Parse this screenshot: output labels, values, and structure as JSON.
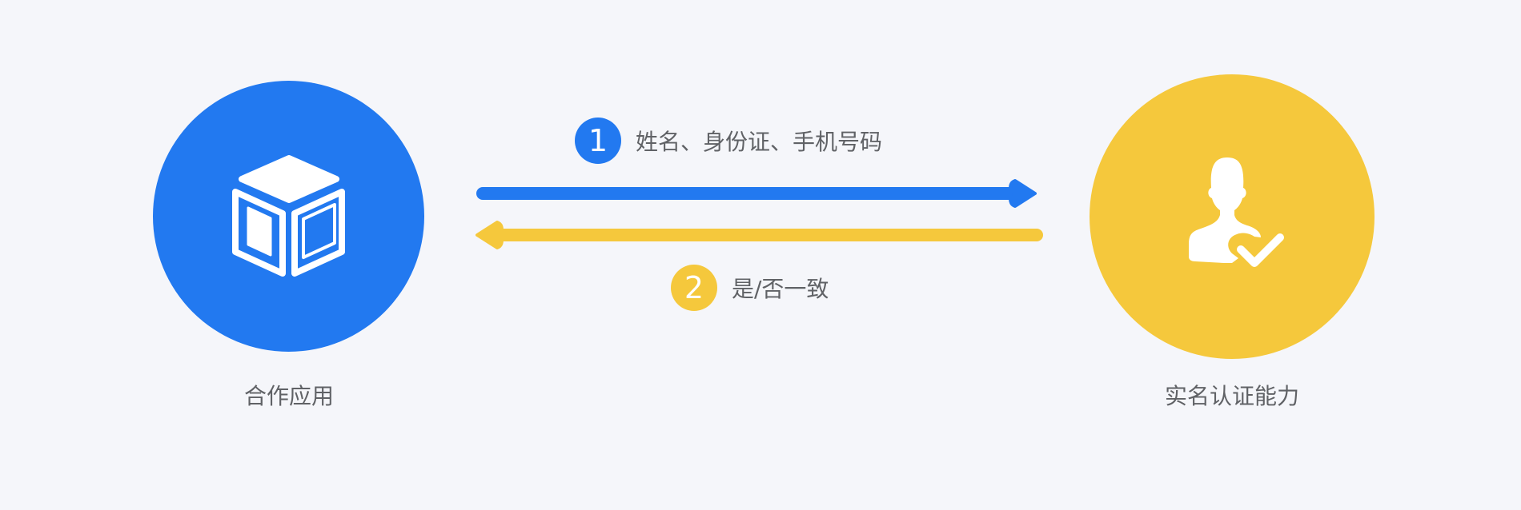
{
  "colors": {
    "background": "#f5f6fa",
    "primary_blue": "#2279f0",
    "accent_yellow": "#f5c83c",
    "text_gray": "#606266",
    "white": "#ffffff"
  },
  "left_node": {
    "label": "合作应用",
    "icon": "cube-icon",
    "color": "#2279f0"
  },
  "right_node": {
    "label": "实名认证能力",
    "icon": "user-verified-icon",
    "color": "#f5c83c"
  },
  "steps": [
    {
      "number": "1",
      "text": "姓名、身份证、手机号码",
      "direction": "left-to-right",
      "color": "#2279f0"
    },
    {
      "number": "2",
      "text": "是/否一致",
      "direction": "right-to-left",
      "color": "#f5c83c"
    }
  ]
}
